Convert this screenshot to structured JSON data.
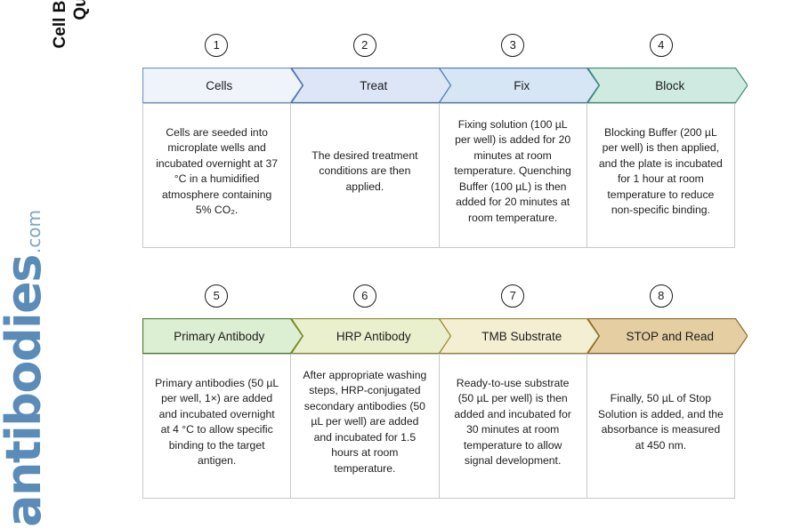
{
  "document": {
    "title_line1": "Cell Based ELISA Kits",
    "title_line2": "Quick Protocol",
    "title": "Cell Based ELISA Kits\nQuick Protocol"
  },
  "logo": {
    "brand": "antibodies",
    "suffix": ".com",
    "color": "#5b8cb8"
  },
  "rows": [
    {
      "steps": [
        {
          "number": "1",
          "label": "Cells",
          "description": "Cells are seeded into microplate wells and incubated overnight at 37 °C in a humidified atmosphere containing 5% CO₂.",
          "fill": "#eff4fb",
          "stroke": "#6f95c4"
        },
        {
          "number": "2",
          "label": "Treat",
          "description": "The desired treatment conditions are then applied.",
          "fill": "#dde6f7",
          "stroke": "#4a6fa5"
        },
        {
          "number": "3",
          "label": "Fix",
          "description": "Fixing solution (100 µL per well) is added for 20 minutes at room temperature. Quenching Buffer (100 µL) is then added for 20 minutes at room temperature.",
          "fill": "#d7e6f5",
          "stroke": "#4a7aa8"
        },
        {
          "number": "4",
          "label": "Block",
          "description": "Blocking Buffer (200 µL per well) is then applied, and the plate is incubated for 1 hour at room temperature to reduce non-specific binding.",
          "fill": "#cfeae0",
          "stroke": "#3f8a78"
        }
      ]
    },
    {
      "steps": [
        {
          "number": "5",
          "label": "Primary Antibody",
          "description": "Primary antibodies (50 µL per well, 1×) are added and incubated overnight at 4 °C to allow specific binding to the target antigen.",
          "fill": "#dcefd3",
          "stroke": "#4a7c2f"
        },
        {
          "number": "6",
          "label": "HRP Antibody",
          "description": "After appropriate washing steps, HRP-conjugated secondary antibodies (50 µL per well) are added and incubated for 1.5 hours at room temperature.",
          "fill": "#eaf0cd",
          "stroke": "#8a8a2c"
        },
        {
          "number": "7",
          "label": "TMB Substrate",
          "description": "Ready-to-use substrate (50 µL per well) is then added and incubated for 30 minutes at room temperature to allow signal development.",
          "fill": "#f4eed2",
          "stroke": "#9a8431"
        },
        {
          "number": "8",
          "label": "STOP and Read",
          "description": "Finally, 50 µL of Stop Solution is added, and the absorbance is measured at 450 nm.",
          "fill": "#e5cfa2",
          "stroke": "#8a6b28"
        }
      ]
    }
  ]
}
